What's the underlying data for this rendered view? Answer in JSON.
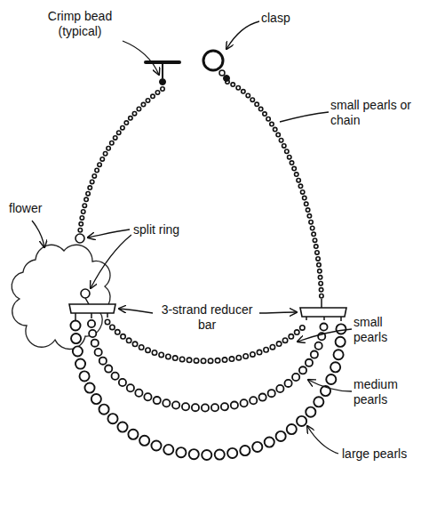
{
  "diagram": {
    "labels": [
      "clasp",
      "Crimp bead (typical)",
      "small pearls or chain",
      "flower",
      "split ring",
      "3-strand reducer bar",
      "small pearls",
      "medium pearls",
      "large pearls"
    ]
  }
}
